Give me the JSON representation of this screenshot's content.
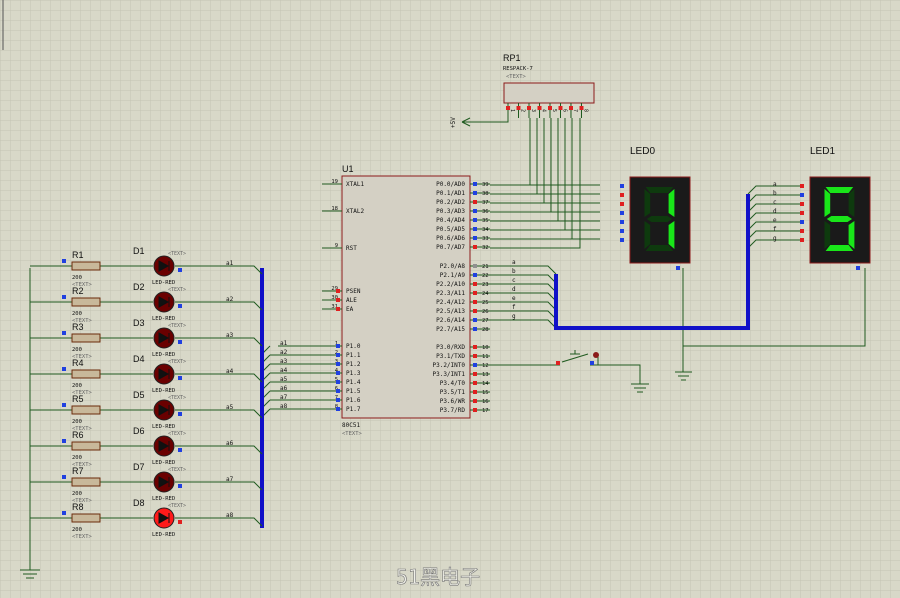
{
  "colors": {
    "background": "#d8d8c8",
    "grid": "#c4c4b4",
    "wire": "#1f5a1f",
    "bus": "#1010c8",
    "chip_fill": "#d4d0c4",
    "chip_border": "#8b1a1a",
    "led_segment_on": "#19e619",
    "led_segment_off": "#0e3a0e",
    "led_body": "#1a1a1a",
    "led_off": "#6a0000",
    "led_on": "#ff1a1a",
    "pin_high": "#e02020",
    "pin_low": "#2040e0",
    "pin_float": "#909090"
  },
  "rp1": {
    "ref": "RP1",
    "value": "RESPACK-7",
    "text": "<TEXT>",
    "pin_numbers": [
      "1",
      "2",
      "3",
      "4",
      "5",
      "6",
      "7",
      "8"
    ],
    "vcc_label": "+5V"
  },
  "u1": {
    "ref": "U1",
    "part": "80C51",
    "text": "<TEXT>",
    "left_pins": [
      {
        "num": "19",
        "name": "XTAL1"
      },
      {
        "num": "18",
        "name": "XTAL2"
      },
      {
        "num": "9",
        "name": "RST"
      },
      {
        "num": "29",
        "name": "PSEN"
      },
      {
        "num": "30",
        "name": "ALE"
      },
      {
        "num": "31",
        "name": "EA"
      },
      {
        "num": "1",
        "name": "P1.0"
      },
      {
        "num": "2",
        "name": "P1.1"
      },
      {
        "num": "3",
        "name": "P1.2"
      },
      {
        "num": "4",
        "name": "P1.3"
      },
      {
        "num": "5",
        "name": "P1.4"
      },
      {
        "num": "6",
        "name": "P1.5"
      },
      {
        "num": "7",
        "name": "P1.6"
      },
      {
        "num": "8",
        "name": "P1.7"
      }
    ],
    "right_pins": [
      {
        "num": "39",
        "name": "P0.0/AD0"
      },
      {
        "num": "38",
        "name": "P0.1/AD1"
      },
      {
        "num": "37",
        "name": "P0.2/AD2"
      },
      {
        "num": "36",
        "name": "P0.3/AD3"
      },
      {
        "num": "35",
        "name": "P0.4/AD4"
      },
      {
        "num": "34",
        "name": "P0.5/AD5"
      },
      {
        "num": "33",
        "name": "P0.6/AD6"
      },
      {
        "num": "32",
        "name": "P0.7/AD7"
      },
      {
        "num": "21",
        "name": "P2.0/A8"
      },
      {
        "num": "22",
        "name": "P2.1/A9"
      },
      {
        "num": "23",
        "name": "P2.2/A10"
      },
      {
        "num": "24",
        "name": "P2.3/A11"
      },
      {
        "num": "25",
        "name": "P2.4/A12"
      },
      {
        "num": "26",
        "name": "P2.5/A13"
      },
      {
        "num": "27",
        "name": "P2.6/A14"
      },
      {
        "num": "28",
        "name": "P2.7/A15"
      },
      {
        "num": "10",
        "name": "P3.0/RXD"
      },
      {
        "num": "11",
        "name": "P3.1/TXD"
      },
      {
        "num": "12",
        "name": "P3.2/INT0"
      },
      {
        "num": "13",
        "name": "P3.3/INT1"
      },
      {
        "num": "14",
        "name": "P3.4/T0"
      },
      {
        "num": "15",
        "name": "P3.5/T1"
      },
      {
        "num": "16",
        "name": "P3.6/WR"
      },
      {
        "num": "17",
        "name": "P3.7/RD"
      }
    ],
    "p1_nets": [
      "a1",
      "a2",
      "a3",
      "a4",
      "a5",
      "a6",
      "a7",
      "a8"
    ],
    "p2_nets": [
      "a",
      "b",
      "c",
      "d",
      "e",
      "f",
      "g"
    ]
  },
  "resistors": [
    {
      "ref": "R1",
      "value": "200",
      "text": "<TEXT>"
    },
    {
      "ref": "R2",
      "value": "200",
      "text": "<TEXT>"
    },
    {
      "ref": "R3",
      "value": "200",
      "text": "<TEXT>"
    },
    {
      "ref": "R4",
      "value": "200",
      "text": "<TEXT>"
    },
    {
      "ref": "R5",
      "value": "200",
      "text": "<TEXT>"
    },
    {
      "ref": "R6",
      "value": "200",
      "text": "<TEXT>"
    },
    {
      "ref": "R7",
      "value": "200",
      "text": "<TEXT>"
    },
    {
      "ref": "R8",
      "value": "200",
      "text": "<TEXT>"
    }
  ],
  "leds": [
    {
      "ref": "D1",
      "value": "LED-RED",
      "text": "<TEXT>",
      "net": "a1",
      "on": false
    },
    {
      "ref": "D2",
      "value": "LED-RED",
      "text": "<TEXT>",
      "net": "a2",
      "on": false
    },
    {
      "ref": "D3",
      "value": "LED-RED",
      "text": "<TEXT>",
      "net": "a3",
      "on": false
    },
    {
      "ref": "D4",
      "value": "LED-RED",
      "text": "<TEXT>",
      "net": "a4",
      "on": false
    },
    {
      "ref": "D5",
      "value": "LED-RED",
      "text": "<TEXT>",
      "net": "a5",
      "on": false
    },
    {
      "ref": "D6",
      "value": "LED-RED",
      "text": "<TEXT>",
      "net": "a6",
      "on": false
    },
    {
      "ref": "D7",
      "value": "LED-RED",
      "text": "<TEXT>",
      "net": "a7",
      "on": false
    },
    {
      "ref": "D8",
      "value": "LED-RED",
      "text": "<TEXT>",
      "net": "a8",
      "on": true
    }
  ],
  "displays": [
    {
      "ref": "LED0",
      "digit": "1"
    },
    {
      "ref": "LED1",
      "digit": "5",
      "pin_labels": [
        "a",
        "b",
        "c",
        "d",
        "e",
        "f",
        "g"
      ]
    }
  ],
  "watermark": "51黑电子"
}
